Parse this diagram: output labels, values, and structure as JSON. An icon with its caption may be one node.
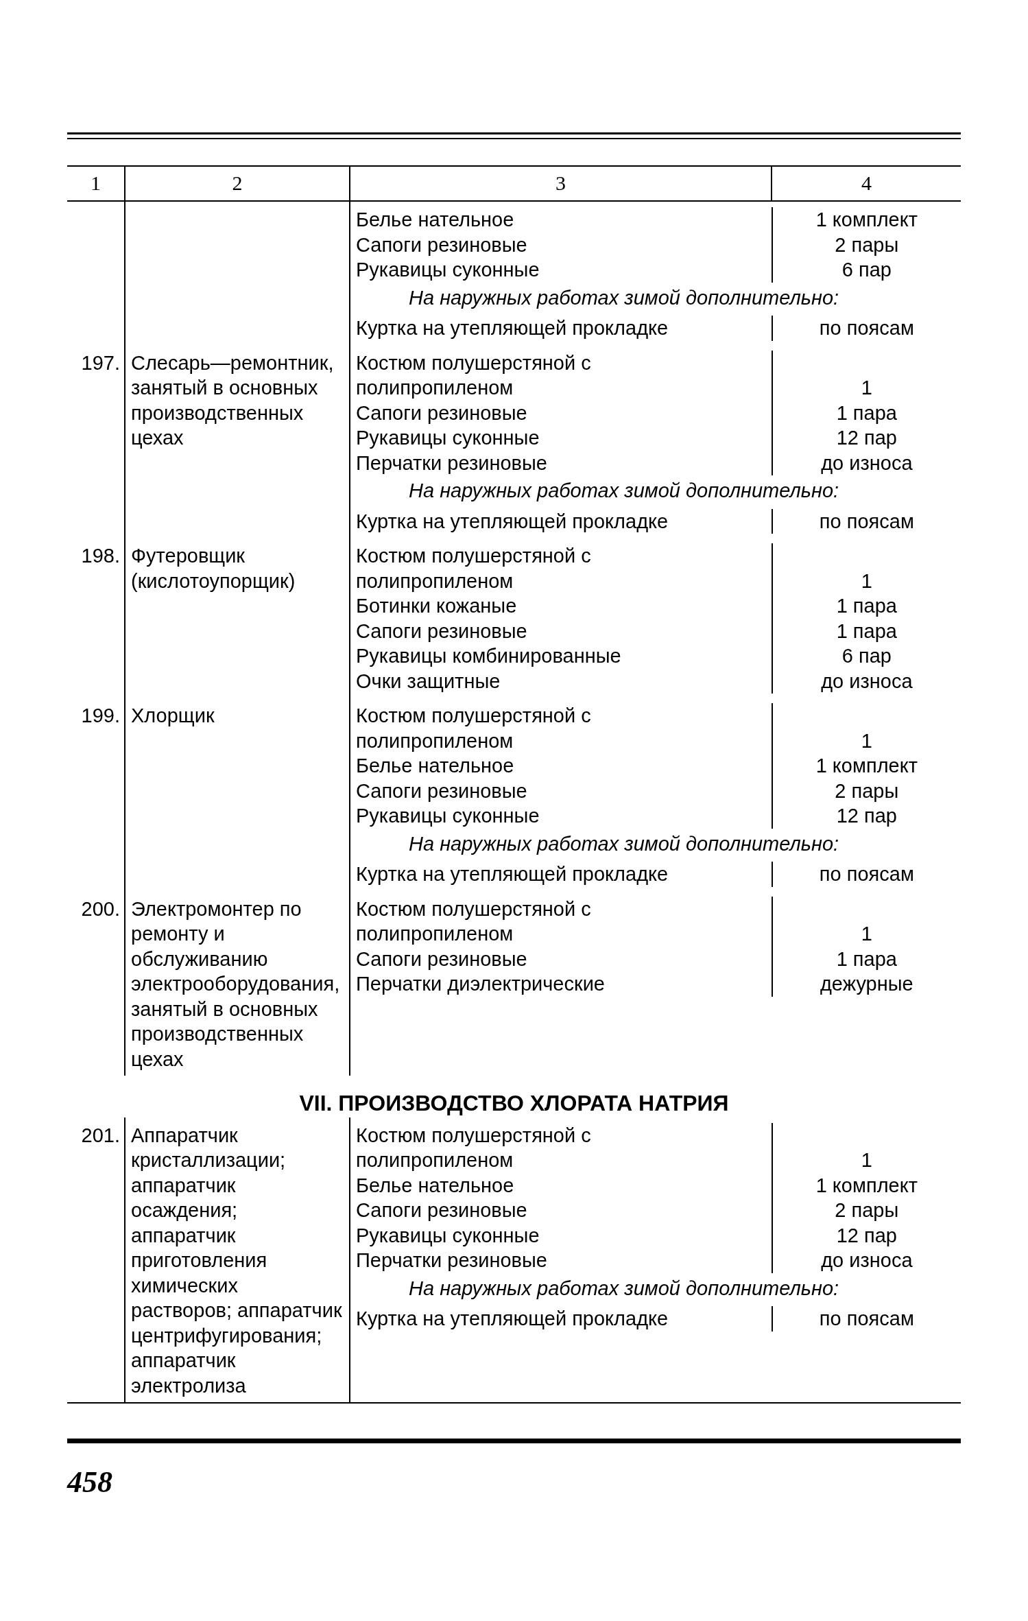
{
  "diagram": {
    "labels": [
      "1",
      "2",
      "3",
      "4",
      "Белье нательное",
      "1 комплект",
      "Сапоги резиновые",
      "2 пары",
      "Рукавицы суконные",
      "6 пар",
      "На наружных работах зимой дополнительно:",
      "Куртка на утепляющей прокладке",
      "по поясам",
      "197.",
      "Слесарь—ремонтник, занятый в основных производственных цехах",
      "Костюм полушерстяной с полипропиленом",
      "1",
      "Сапоги резиновые",
      "1 пара",
      "Рукавицы суконные",
      "12 пар",
      "Перчатки резиновые",
      "до износа",
      "На наружных работах зимой дополнительно:",
      "Куртка на утепляющей прокладке",
      "по поясам",
      "198.",
      "Футеровщик (кислотоупорщик)",
      "Костюм полушерстяной с полипропиленом",
      "1",
      "Ботинки кожаные",
      "1 пара",
      "Сапоги резиновые",
      "1 пара",
      "Рукавицы комбинированные",
      "6 пар",
      "Очки защитные",
      "до износа",
      "199.",
      "Хлорщик",
      "Костюм полушерстяной с полипропиленом",
      "1",
      "Белье нательное",
      "1 комплект",
      "Сапоги резиновые",
      "2 пары",
      "Рукавицы суконные",
      "12 пар",
      "На наружных работах зимой дополнительно:",
      "Куртка на утепляющей прокладке",
      "по поясам",
      "200.",
      "Электромонтер по ремонту и обслуживанию электрооборудования, занятый в основных производственных цехах",
      "Костюм полушерстяной с полипропиленом",
      "1",
      "Сапоги резиновые",
      "1 пара",
      "Перчатки диэлектрические",
      "дежурные",
      "VII. ПРОИЗВОДСТВО ХЛОРАТА НАТРИЯ",
      "201.",
      "Аппаратчик кристаллизации; аппаратчик осаждения; аппаратчик приготовления химических растворов; аппаратчик центрифугирования; аппаратчик электролиза",
      "Костюм полушерстяной с полипропиленом",
      "1",
      "Белье нательное",
      "1 комплект",
      "Сапоги резиновые",
      "2 пары",
      "Рукавицы суконные",
      "12 пар",
      "Перчатки резиновые",
      "до износа",
      "На наружных работах зимой дополнительно:",
      "Куртка на утепляющей прокладке",
      "по поясам",
      "458"
    ]
  }
}
